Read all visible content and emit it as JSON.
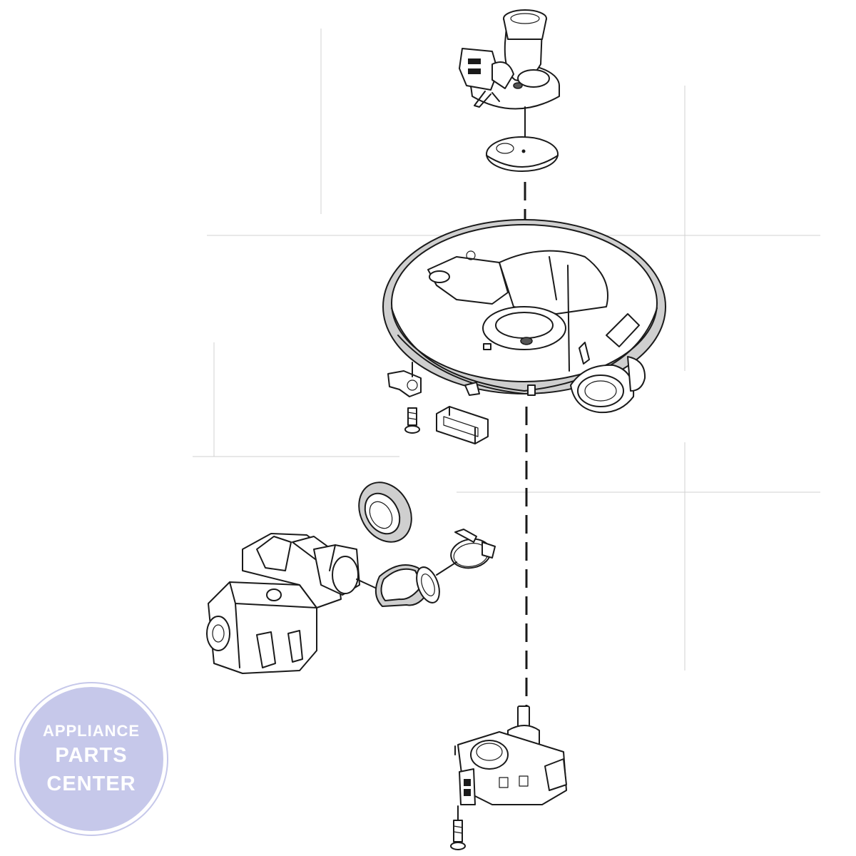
{
  "watermark": {
    "line1": "APPLIANCE",
    "line2": "PARTS",
    "line3": "CENTER",
    "color": "#c6c8ea"
  },
  "diagram": {
    "type": "exploded-parts-view",
    "parts": [
      "sump-cover-assembly",
      "filter-disc",
      "sump-housing",
      "sump-bracket",
      "sump-screw",
      "grommet",
      "pump-seal",
      "circulation-pump",
      "elbow-hose",
      "hose-clamp",
      "diverter-motor",
      "diverter-screw"
    ]
  }
}
